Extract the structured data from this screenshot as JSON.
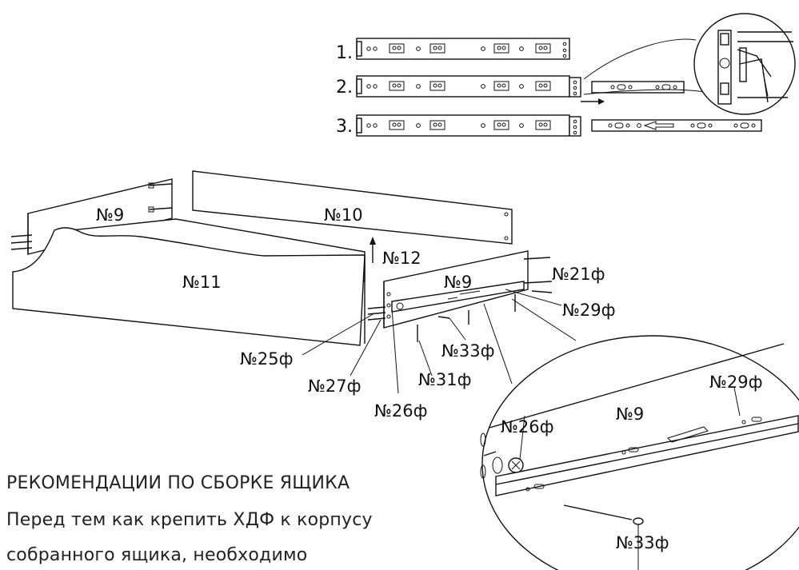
{
  "steps": [
    "1.",
    "2.",
    "3."
  ],
  "parts": {
    "p9_left": "№9",
    "p10": "№10",
    "p11": "№11",
    "p12": "№12",
    "p9_right": "№9",
    "p21": "№21ф",
    "p29": "№29ф",
    "p33": "№33ф",
    "p25": "№25ф",
    "p31": "№31ф",
    "p27": "№27ф",
    "p26": "№26ф"
  },
  "detail": {
    "p29": "№29ф",
    "p26": "№26ф",
    "p9": "№9",
    "p33": "№33ф"
  },
  "text": {
    "heading": "РЕКОМЕНДАЦИИ ПО СБОРКЕ ЯЩИКА",
    "line1": "Перед тем как крепить ХДФ к корпусу",
    "line2": "собранного ящика, необходимо"
  }
}
